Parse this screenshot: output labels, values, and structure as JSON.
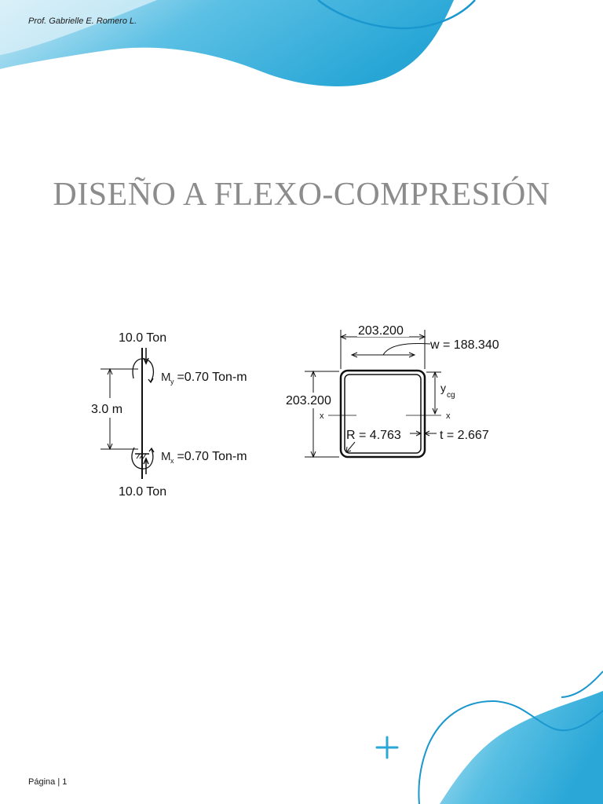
{
  "header": {
    "author": "Prof. Gabrielle E. Romero L."
  },
  "title": "DISEÑO A FLEXO-COMPRESIÓN",
  "column_figure": {
    "top_load": "10.0 Ton",
    "bottom_load": "10.0 Ton",
    "length": "3.0 m",
    "moment_top": "M",
    "moment_top_sub": "y",
    "moment_top_value": " =0.70 Ton-m",
    "moment_bottom": "M",
    "moment_bottom_sub": "x",
    "moment_bottom_value": " =0.70 Ton-m"
  },
  "section_figure": {
    "width": "203.200",
    "height": "203.200",
    "w_label": "w = 188.340",
    "ycg": "y",
    "ycg_sub": "cg",
    "axis_left": "x",
    "axis_right": "x",
    "radius": "R = 4.763",
    "thickness": "t = 2.667"
  },
  "footer": {
    "page_label": "Página",
    "separator": " | ",
    "page_number": "1"
  },
  "colors": {
    "accent": "#3bb0dc",
    "title": "#8c8c8c"
  },
  "icons": {
    "decoration": "plus-icon"
  }
}
